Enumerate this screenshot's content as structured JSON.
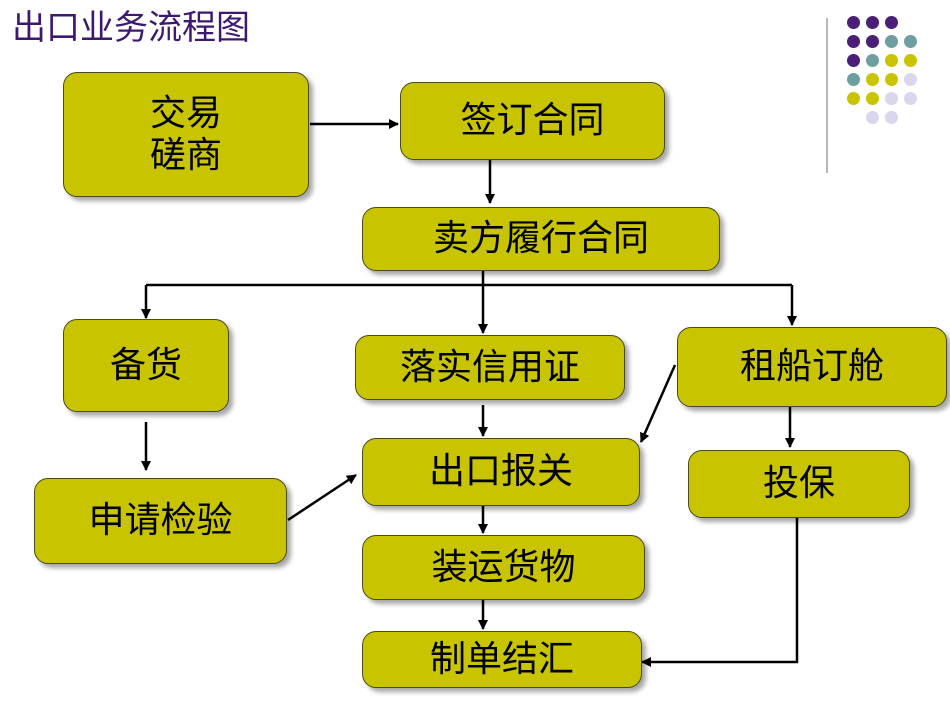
{
  "title": "出口业务流程图",
  "nodes": {
    "negotiate": "交易\n磋商",
    "sign_contract": "签订合同",
    "seller_perform": "卖方履行合同",
    "prepare_goods": "备货",
    "implement_lc": "落实信用证",
    "charter_ship": "租船订舱",
    "apply_inspection": "申请检验",
    "export_customs": "出口报关",
    "insurance": "投保",
    "load_cargo": "装运货物",
    "documents_settlement": "制单结汇"
  },
  "colors": {
    "box_fill": "#c8c400",
    "title": "#3d1870",
    "dot_purple": "#4b1e78",
    "dot_teal": "#6e9ea0",
    "dot_olive": "#c8c400",
    "dot_lavender": "#d9d6ee"
  }
}
